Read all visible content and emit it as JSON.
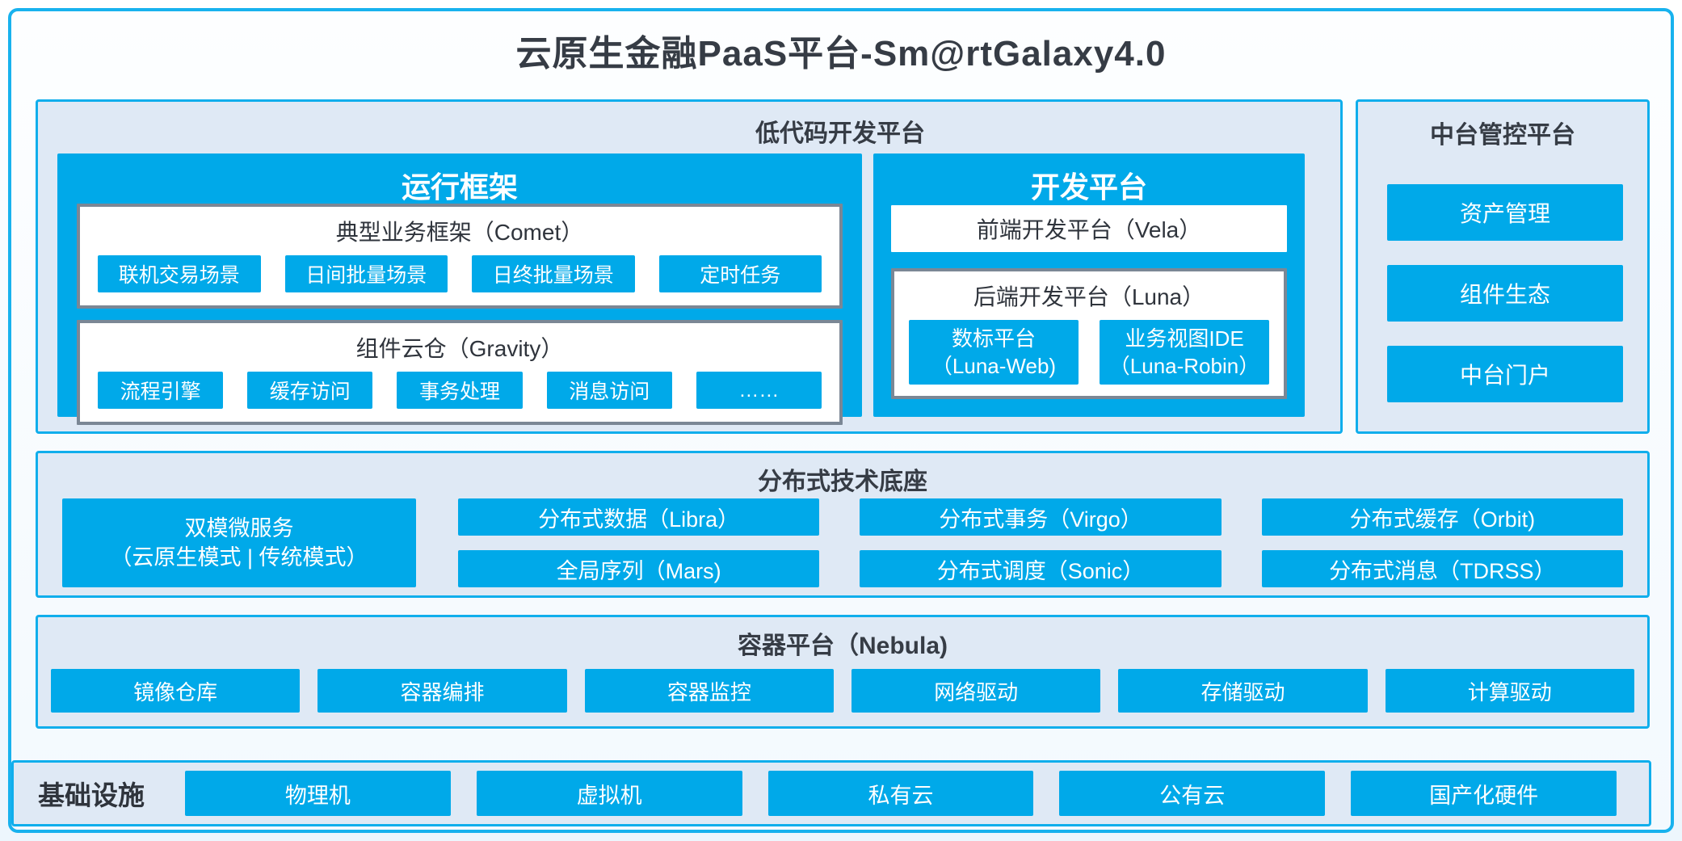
{
  "page": {
    "title": "云原生金融PaaS平台-Sm@rtGalaxy4.0"
  },
  "colors": {
    "accent_blue": "#00a9e9",
    "border_blue": "#10aeec",
    "panel_bg": "#dfe9f5",
    "gray_border": "#7b8795",
    "dark_text": "#363c45"
  },
  "lowcode": {
    "title": "低代码开发平台",
    "runtime": {
      "title": "运行框架",
      "groups": [
        {
          "title": "典型业务框架（Comet）",
          "items": [
            "联机交易场景",
            "日间批量场景",
            "日终批量场景",
            "定时任务"
          ]
        },
        {
          "title": "组件云仓（Gravity）",
          "items": [
            "流程引擎",
            "缓存访问",
            "事务处理",
            "消息访问",
            "……"
          ]
        }
      ]
    },
    "dev": {
      "title": "开发平台",
      "frontend": "前端开发平台（Vela）",
      "backend": {
        "title": "后端开发平台（Luna）",
        "items": [
          {
            "line1": "数标平台",
            "line2": "（Luna-Web)"
          },
          {
            "line1": "业务视图IDE",
            "line2": "（Luna-Robin）"
          }
        ]
      }
    }
  },
  "midplatform": {
    "title": "中台管控平台",
    "items": [
      "资产管理",
      "组件生态",
      "中台门户"
    ]
  },
  "distributed": {
    "title": "分布式技术底座",
    "dual_mode": {
      "line1": "双模微服务",
      "line2": "（云原生模式 | 传统模式）"
    },
    "grid": [
      "分布式数据（Libra）",
      "分布式事务（Virgo）",
      "分布式缓存（Orbit)",
      "全局序列（Mars)",
      "分布式调度（Sonic）",
      "分布式消息（TDRSS）"
    ]
  },
  "container_platform": {
    "title": "容器平台（Nebula)",
    "items": [
      "镜像仓库",
      "容器编排",
      "容器监控",
      "网络驱动",
      "存储驱动",
      "计算驱动"
    ]
  },
  "infrastructure": {
    "title": "基础设施",
    "items": [
      "物理机",
      "虚拟机",
      "私有云",
      "公有云",
      "国产化硬件"
    ]
  }
}
